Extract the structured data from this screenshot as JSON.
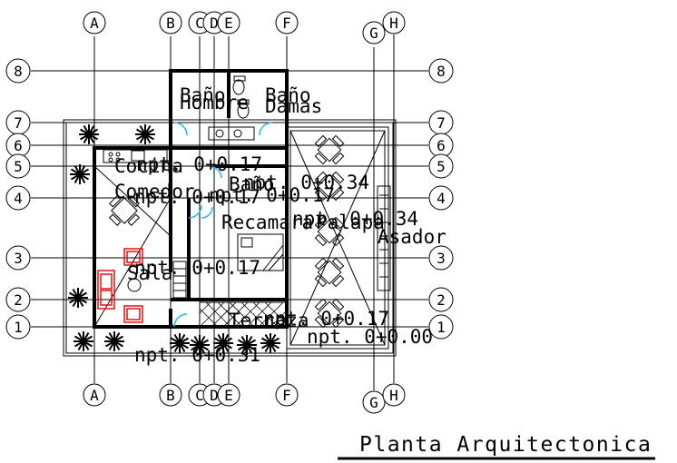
{
  "title": "Planta Arquitectonica",
  "axes_columns": [
    "A",
    "B",
    "C",
    "D",
    "E",
    "F",
    "G",
    "H"
  ],
  "axes_rows": [
    "8",
    "7",
    "6",
    "5",
    "4",
    "3",
    "2",
    "1"
  ],
  "rooms": {
    "bano": "Baño",
    "hombre": "Hombre",
    "damas": "Damas",
    "cocina": "Cocina",
    "npt_cocina": "npt. 0+0.17",
    "comedor": "Comedor",
    "npt_comedor": "npt. 0+0.17",
    "recamara": "Recamara",
    "npt_recamara": "npt. 0+0.17",
    "npt_bano": "npt. 0+0.34",
    "palapa": "Palapa",
    "npt_palapa": "npt. 0+0.34",
    "asador": "Asador",
    "sala": "Sala",
    "npt_sala": "npt. 0+0.17",
    "terraza": "Terraza",
    "npt_terraza": "npt. 0+0.17",
    "npt_ext1": "npt. 0+0.00",
    "npt_ext2": "npt. 0+0.31"
  },
  "colors": {
    "door": "#21b3ff",
    "furniture_red": "#e01010"
  }
}
